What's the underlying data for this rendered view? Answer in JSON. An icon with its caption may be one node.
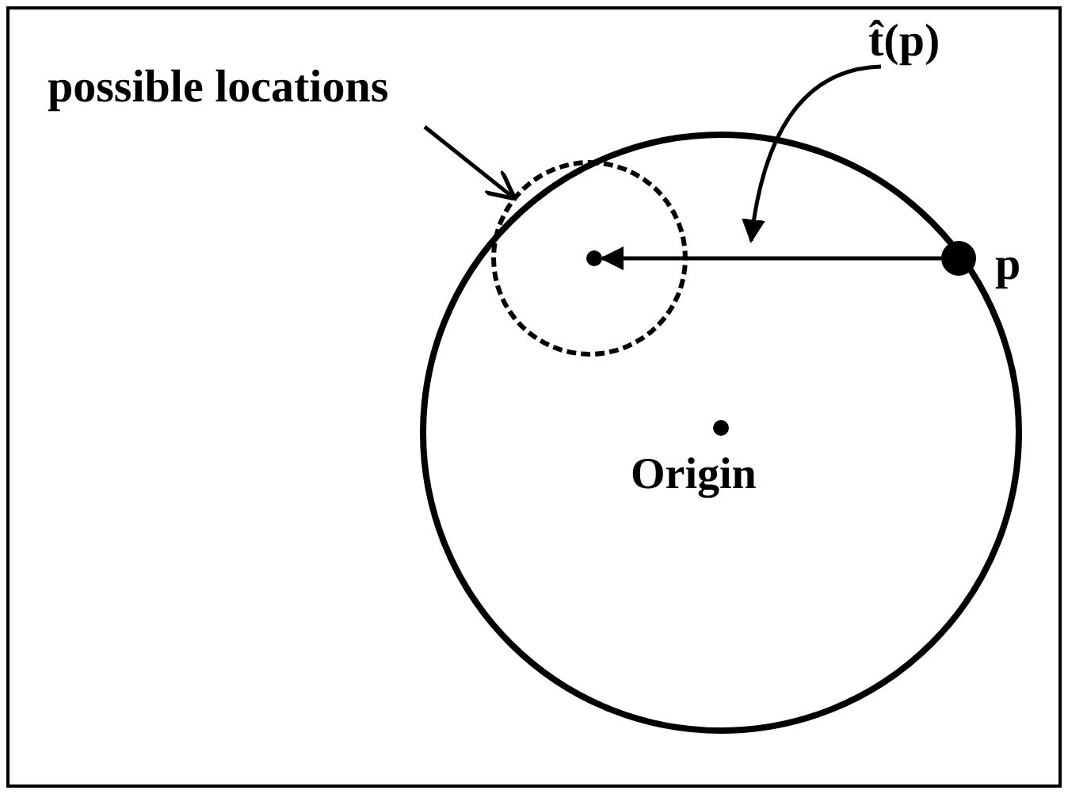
{
  "diagram": {
    "nodes": [
      {
        "text": [
          "possible locations"
        ]
      },
      {
        "text": [],
        "shape": "circle"
      },
      {
        "text": [
          "t̂(p)"
        ]
      },
      {
        "text": [],
        "shape": "circle",
        "beside": [
          "p"
        ]
      },
      {
        "text": [],
        "shape": "circle",
        "in": 1
      },
      {
        "text": [],
        "shape": "circle",
        "beside": [
          "Origin"
        ]
      }
    ],
    "edges": [
      {
        "from": 0,
        "to": 1,
        "arrow": "to"
      },
      {
        "from": 3,
        "to": 4,
        "arrow": "to"
      },
      {
        "from": 2,
        "to": null,
        "arrow": "to"
      }
    ]
  }
}
